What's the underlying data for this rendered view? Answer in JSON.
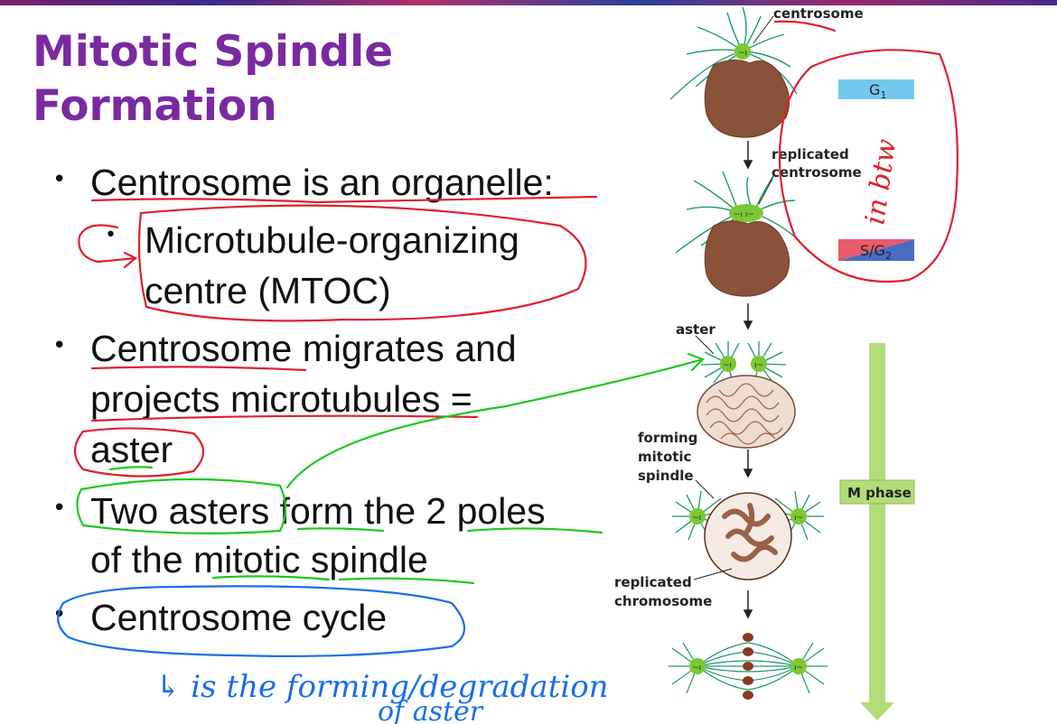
{
  "slide": {
    "title_line1": "Mitotic Spindle",
    "title_line2": "Formation",
    "bullets": {
      "b1": "Centrosome is an organelle:",
      "b1_sub_l1": "Microtubule-organizing",
      "b1_sub_l2": "centre (MTOC)",
      "b2_l1": "Centrosome migrates and",
      "b2_l2": "projects microtubules =",
      "b2_l3": "aster",
      "b3_l1": "Two asters form the 2 poles",
      "b3_l2": "of the mitotic spindle",
      "b4": "Centrosome cycle"
    }
  },
  "figure": {
    "labels": {
      "centrosome": "centrosome",
      "replicated_centrosome_l1": "replicated",
      "replicated_centrosome_l2": "centrosome",
      "aster": "aster",
      "forming_l1": "forming",
      "forming_l2": "mitotic",
      "forming_l3": "spindle",
      "replicated_chromosome_l1": "replicated",
      "replicated_chromosome_l2": "chromosome"
    },
    "phases": {
      "g1_main": "G",
      "g1_sub": "1",
      "sg2_main": "S/G",
      "sg2_sub": "2",
      "m_phase": "M phase"
    },
    "colors": {
      "g1_box": "#74c8ee",
      "sg2_red": "#e85b6a",
      "sg2_blue": "#4a6cc0",
      "m_phase_arrow": "#b4dd7a",
      "centrosome": "#7cc832",
      "microtubule": "#1e9a6a",
      "nucleus": "#8a5238"
    }
  },
  "annotations": {
    "handwritten_red": "in btw",
    "handwritten_blue_l1": "↳ is the forming/degradation",
    "handwritten_blue_l2": "of aster",
    "ink_colors": {
      "red": "#e0202e",
      "green": "#1ec81e",
      "blue": "#1a6ee8"
    }
  }
}
